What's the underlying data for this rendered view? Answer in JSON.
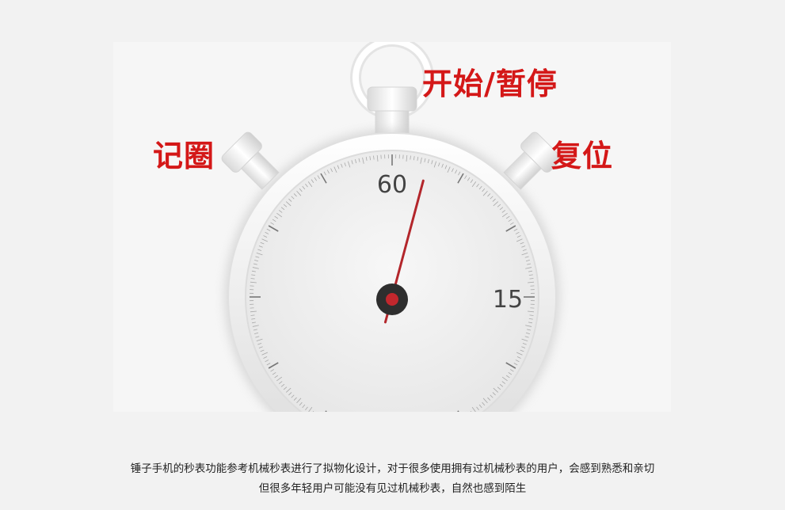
{
  "labels": {
    "start_pause": "开始/暂停",
    "lap": "记圈",
    "reset": "复位"
  },
  "dial": {
    "top_number": "60",
    "right_number": "15"
  },
  "hand": {
    "seconds": 2.5
  },
  "caption": {
    "line1": "锤子手机的秒表功能参考机械秒表进行了拟物化设计，对于很多使用拥有过机械秒表的用户，会感到熟悉和亲切",
    "line2": "但很多年轻用户可能没有见过机械秒表，自然也感到陌生"
  },
  "colors": {
    "label_red": "#d41818",
    "hand_red": "#b3262b"
  }
}
